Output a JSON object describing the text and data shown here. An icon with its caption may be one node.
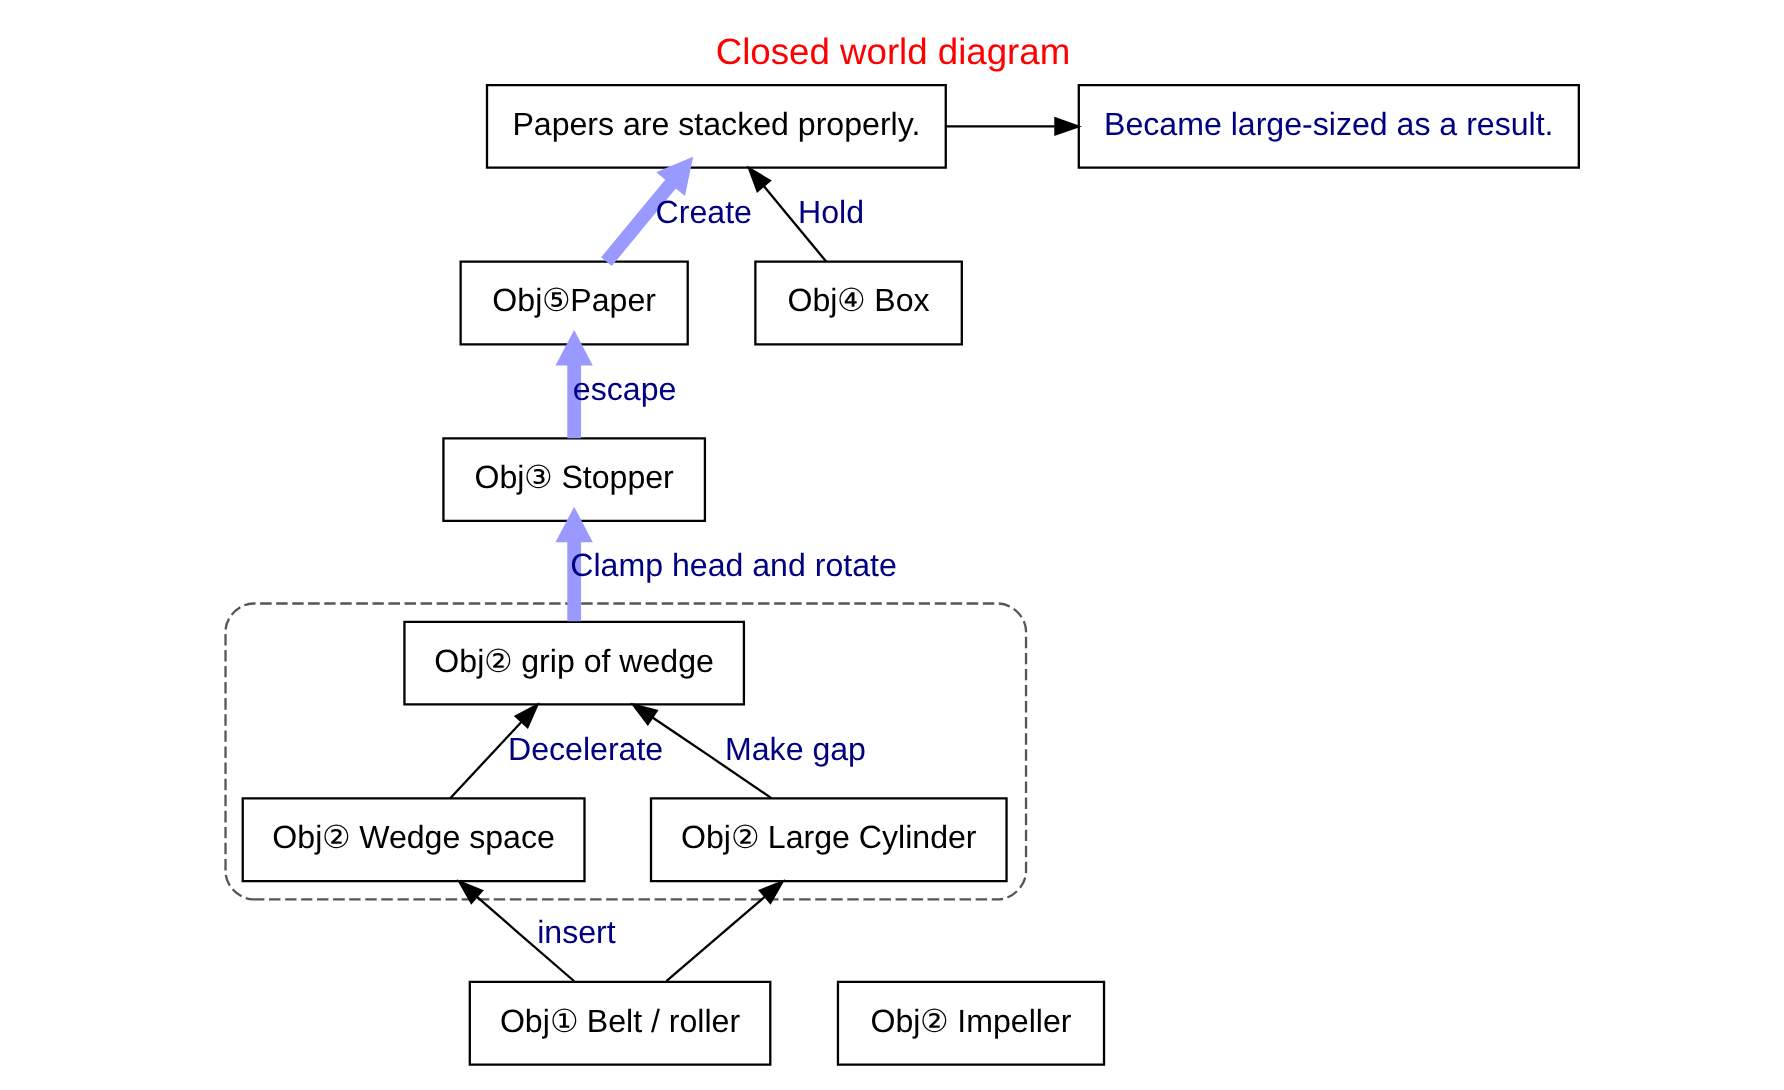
{
  "diagram": {
    "title": "Closed world diagram",
    "nodes": [
      {
        "text": [
          "Papers are stacked properly."
        ]
      },
      {
        "text": [
          "Became large-sized as a result."
        ]
      },
      {
        "text": [
          "Obj⑤Paper"
        ]
      },
      {
        "text": [
          "Obj④ Box"
        ]
      },
      {
        "text": [
          "Obj③ Stopper"
        ]
      },
      {
        "text": [],
        "shape": "box"
      },
      {
        "text": [
          "Obj② grip of wedge"
        ],
        "in": 5
      },
      {
        "text": [
          "Obj② Impeller"
        ]
      },
      {
        "text": [
          "Obj② Wedge space"
        ],
        "in": 5
      },
      {
        "text": [
          "Obj② Large Cylinder"
        ],
        "in": 5
      },
      {
        "text": [
          "Obj① Belt / roller"
        ]
      }
    ],
    "edges": [
      {
        "from": 0,
        "to": 1,
        "arrow": "to"
      },
      {
        "from": 3,
        "to": 0,
        "arrow": "to",
        "label": "Hold"
      },
      {
        "from": 2,
        "to": 0,
        "arrow": "to",
        "label": "Create",
        "style": "thick",
        "color": "#9999ff"
      },
      {
        "from": 4,
        "to": 2,
        "arrow": "to",
        "label": "escape",
        "style": "thick",
        "color": "#9999ff"
      },
      {
        "from": 6,
        "to": 4,
        "arrow": "to",
        "label": "Clamp head and rotate",
        "style": "thick",
        "color": "#9999ff"
      },
      {
        "from": 8,
        "to": 6,
        "arrow": "to",
        "label": "Decelerate"
      },
      {
        "from": 9,
        "to": 6,
        "arrow": "to",
        "label": "Make gap"
      },
      {
        "from": 10,
        "to": 8,
        "arrow": "to",
        "label": "insert"
      },
      {
        "from": 10,
        "to": 9,
        "arrow": "to"
      }
    ]
  }
}
